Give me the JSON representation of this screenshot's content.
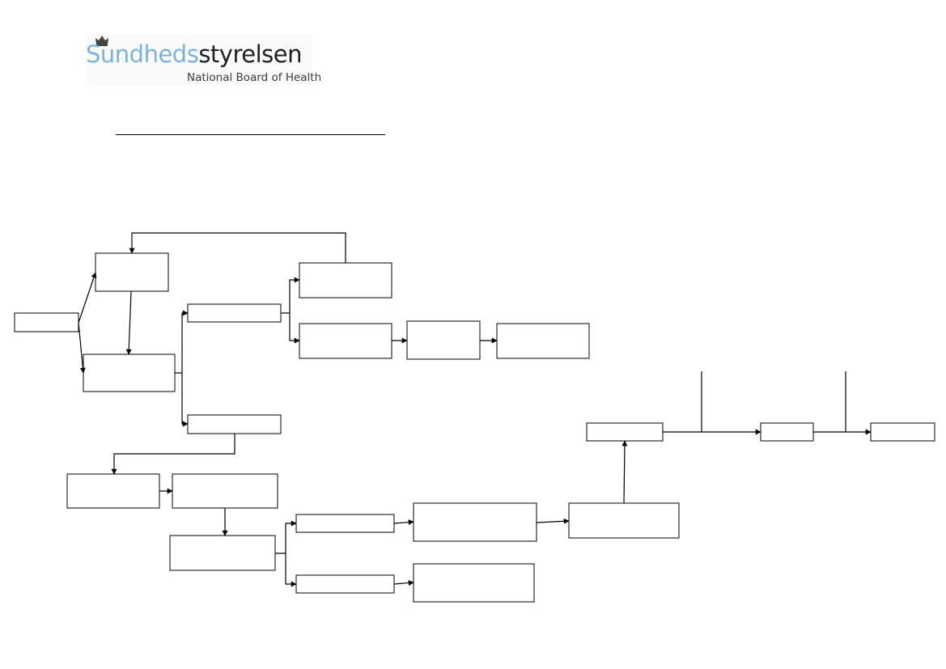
{
  "header": {
    "logo_text_light": "Sundheds",
    "logo_text_dark": "styrelsen",
    "logo_subtitle": "National Board of Health",
    "icon": "crown-icon",
    "colors": {
      "logo_light": "#7fb2d8",
      "logo_dark": "#1f1f1f"
    }
  },
  "title": "",
  "flowchart": {
    "nodes": [
      {
        "id": "start",
        "label": ""
      },
      {
        "id": "upper-a",
        "label": ""
      },
      {
        "id": "lower-a",
        "label": ""
      },
      {
        "id": "branch-top",
        "label": ""
      },
      {
        "id": "branch-bottom",
        "label": ""
      },
      {
        "id": "top-right-1",
        "label": ""
      },
      {
        "id": "mid-right-1",
        "label": ""
      },
      {
        "id": "mid-right-2",
        "label": ""
      },
      {
        "id": "mid-right-3",
        "label": ""
      },
      {
        "id": "lower-left-1",
        "label": ""
      },
      {
        "id": "lower-left-2",
        "label": ""
      },
      {
        "id": "lower-center",
        "label": ""
      },
      {
        "id": "split-top",
        "label": ""
      },
      {
        "id": "split-bottom",
        "label": ""
      },
      {
        "id": "result-top",
        "label": ""
      },
      {
        "id": "result-bottom",
        "label": ""
      },
      {
        "id": "merge",
        "label": ""
      },
      {
        "id": "rise",
        "label": ""
      },
      {
        "id": "chain-2",
        "label": ""
      },
      {
        "id": "chain-3",
        "label": ""
      }
    ]
  }
}
